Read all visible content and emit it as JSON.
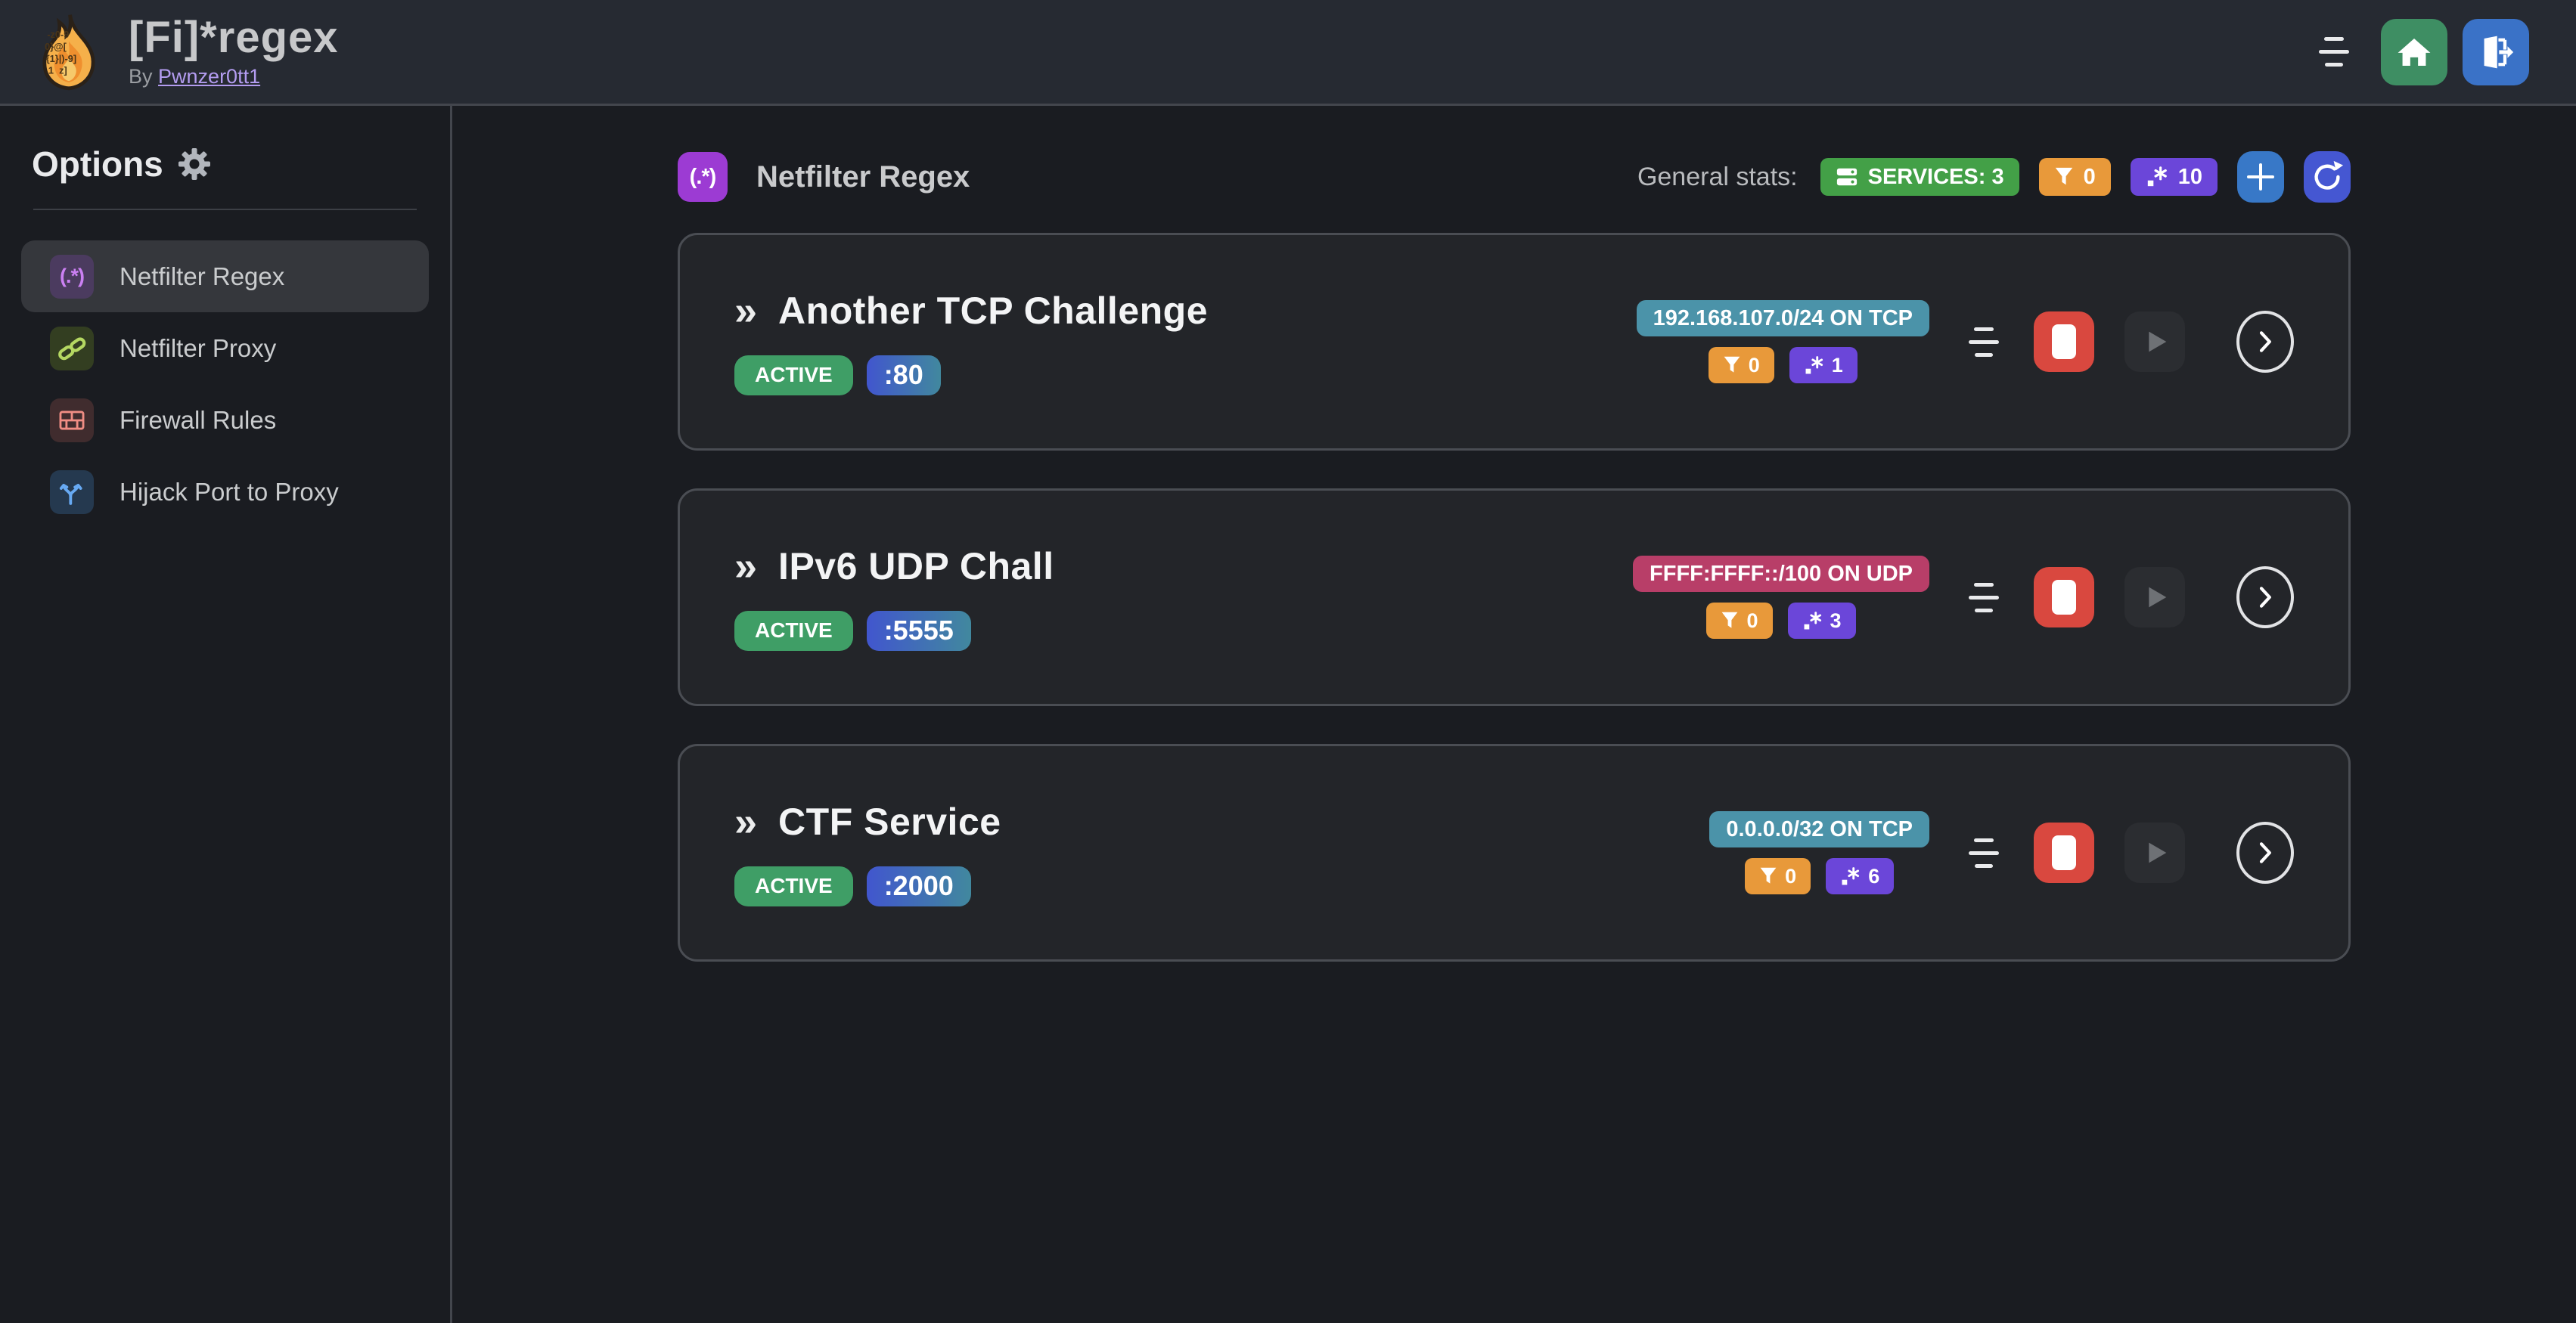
{
  "navbar": {
    "title": "[Fi]*regex",
    "byline_prefix": "By",
    "byline_link": "Pwnzer0tt1"
  },
  "sidebar": {
    "heading": "Options",
    "items": [
      {
        "label": "Netfilter Regex",
        "icon": "regex-icon",
        "active": true
      },
      {
        "label": "Netfilter Proxy",
        "icon": "chain-link-icon",
        "active": false
      },
      {
        "label": "Firewall Rules",
        "icon": "brick-wall-icon",
        "active": false
      },
      {
        "label": "Hijack Port to Proxy",
        "icon": "split-arrows-icon",
        "active": false
      }
    ]
  },
  "main": {
    "section_icon_text": "(.*)",
    "section_title": "Netfilter Regex",
    "stats_label": "General stats:",
    "stats": {
      "services": "SERVICES: 3",
      "filters": "0",
      "regexes": "10"
    }
  },
  "ui": {
    "card_prefix": "»",
    "sidebar_regex_icon_text": "(.*)"
  },
  "services": [
    {
      "name": "Another TCP Challenge",
      "status": "ACTIVE",
      "port": ":80",
      "cidr": "192.168.107.0/24 ON TCP",
      "cidr_style": "teal",
      "filters": "0",
      "regexes": "1"
    },
    {
      "name": "IPv6 UDP Chall",
      "status": "ACTIVE",
      "port": ":5555",
      "cidr": "FFFF:FFFF::/100 ON UDP",
      "cidr_style": "pink",
      "filters": "0",
      "regexes": "3"
    },
    {
      "name": "CTF Service",
      "status": "ACTIVE",
      "port": ":2000",
      "cidr": "0.0.0.0/32 ON TCP",
      "cidr_style": "teal",
      "filters": "0",
      "regexes": "6"
    }
  ],
  "colors": {
    "navbar_bg": "#262a32",
    "page_bg": "#1a1c21",
    "card_bg": "#232529",
    "card_border": "#4a4d53",
    "accent_green": "#43a047",
    "accent_orange": "#e8993a",
    "accent_violet": "#6b46d9",
    "status_green": "#3f9e66",
    "teal_badge": "#4b93a9",
    "pink_badge": "#b83e68",
    "stop_red": "#d9483f",
    "home_green": "#3e8e63",
    "logout_blue": "#3a72c7",
    "plus_blue": "#3878c7",
    "refresh_indigo": "#4557d2",
    "header_purple": "#9c3bd3",
    "link_lavender": "#b39cf0"
  }
}
